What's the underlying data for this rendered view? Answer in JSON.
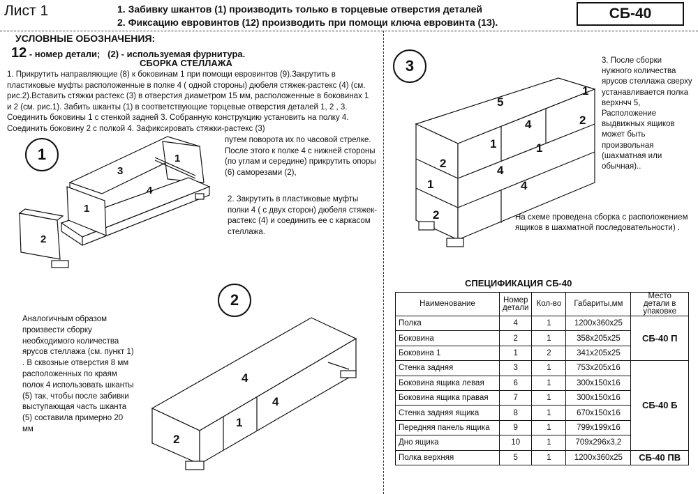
{
  "header": {
    "sheet": "Лист 1",
    "notes": [
      "1. Забивку шкантов (1) производить только в торцевые отверстия деталей",
      "2. Фиксацию евровинтов (12) производить при помощи ключа евровинта (13)."
    ],
    "code": "СБ-40"
  },
  "legend": {
    "title": "УСЛОВНЫЕ ОБОЗНАЧЕНИЯ:",
    "part_number": "12",
    "part_text": " - номер детали;",
    "hardware": " (2) - используемая фурнитура."
  },
  "assembly": {
    "title": "СБОРКА СТЕЛЛАЖА",
    "step1": "1. Прикрутить направляющие (8) к боковинам 1 при помощи евровинтов (9).Закрутить в пластиковые муфты расположенные в полке 4 ( одной стороны) дюбеля стяжек-растекс (4) (см. рис.2).Вставить стяжки растекс (3) в отверстия диаметром 15 мм, расположенные в боковинах 1 и 2 (см. рис.1). Забить шканты (1) в соответствующие торцевые отверстия деталей 1, 2 , 3. Соединить боковины 1 с стенкой задней 3. Собранную конструкцию установить на полку 4. Соединить боковину 2 с полкой 4. Зафиксировать стяжки-растекс (3)",
    "step1_cont": "путем поворота их по часовой стрелке. После этого к полке 4 с нижней стороны (по углам и середине) прикрутить опоры (6) саморезами (2),",
    "step2": "2. Закрутить в пластиковые муфты полки 4 ( с двух сторон) дюбеля стяжек-растекс (4) и соединить ее с каркасом стеллажа.",
    "analog": "Аналогичным образом произвести сборку необходимого количества ярусов стеллажа (см. пункт 1) . В сквозные отверстия 8 мм расположенных по краям полок 4 использовать шканты (5) так, чтобы после забивки выступающая часть шканта (5) составила примерно 20 мм",
    "step3": "3. После сборки нужного количества ярусов стеллажа сверху устанавливается полка верхнчч 5, Расположение выдвижных ящиков может быть произвольная (шахматная или обычная)..",
    "schema": "На схеме проведена сборка с расположением ящиков в шахматной последовательности) ."
  },
  "figures": {
    "fig1": "1",
    "fig2": "2",
    "fig3": "3"
  },
  "spec": {
    "title": "СПЕЦИФИКАЦИЯ СБ-40",
    "headers": [
      "Наименование",
      "Номер детали",
      "Кол-во",
      "Габариты,мм",
      "Место детали в упаковке"
    ],
    "rows": [
      [
        "Полка",
        "4",
        "1",
        "1200x360x25"
      ],
      [
        "Боковина",
        "2",
        "1",
        "358x205x25"
      ],
      [
        "Боковина 1",
        "1",
        "2",
        "341x205x25"
      ],
      [
        "Стенка задняя",
        "3",
        "1",
        "753x205x16"
      ],
      [
        "Боковина ящика левая",
        "6",
        "1",
        "300x150x16"
      ],
      [
        "Боковина ящика правая",
        "7",
        "1",
        "300x150x16"
      ],
      [
        "Стенка задняя ящика",
        "8",
        "1",
        "670x150x16"
      ],
      [
        "Передняя панель ящика",
        "9",
        "1",
        "799x199x16"
      ],
      [
        "Дно ящика",
        "10",
        "1",
        "709x296x3,2"
      ],
      [
        "Полка верхняя",
        "5",
        "1",
        "1200x360x25"
      ]
    ],
    "packages": [
      "СБ-40 П",
      "СБ-40 Б",
      "СБ-40 ПВ"
    ]
  }
}
